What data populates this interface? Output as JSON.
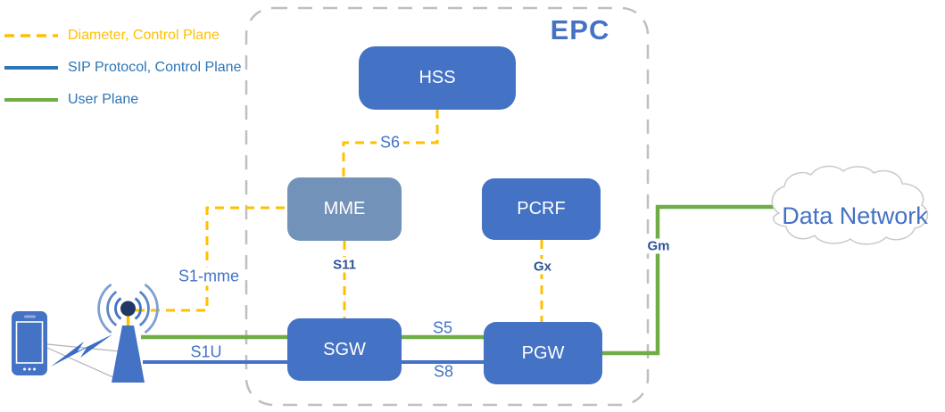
{
  "epc": {
    "title": "EPC"
  },
  "legend": {
    "items": [
      {
        "label": "Diameter, Control Plane",
        "line_style": "dashed",
        "line_color": "#FFC000",
        "text_color": "#FFC000"
      },
      {
        "label": "SIP Protocol, Control Plane",
        "line_style": "solid",
        "line_color": "#2E75B6",
        "text_color": "#2E74B5"
      },
      {
        "label": "User Plane",
        "line_style": "solid",
        "line_color": "#70AD47",
        "text_color": "#2E74B5"
      }
    ]
  },
  "nodes": {
    "hss": {
      "label": "HSS",
      "color": "#4472C4"
    },
    "mme": {
      "label": "MME",
      "color": "#7292BA"
    },
    "pcrf": {
      "label": "PCRF",
      "color": "#4472C4"
    },
    "sgw": {
      "label": "SGW",
      "color": "#4472C4"
    },
    "pgw": {
      "label": "PGW",
      "color": "#4472C4"
    }
  },
  "interfaces": {
    "s6": {
      "label": "S6"
    },
    "s1mme": {
      "label": "S1-mme"
    },
    "s11": {
      "label": "S11"
    },
    "gx": {
      "label": "Gx"
    },
    "s5": {
      "label": "S5"
    },
    "s8": {
      "label": "S8"
    },
    "s1u": {
      "label": "S1U"
    },
    "gm": {
      "label": "Gm"
    }
  },
  "cloud": {
    "label": "Data Network"
  },
  "icons": {
    "ue": "smartphone-icon",
    "radio_link": "lightning-bolt-icon",
    "base_station": "cell-tower-icon",
    "network": "cloud-icon"
  },
  "colors": {
    "diameter_yellow": "#FFC000",
    "sip_blue": "#2E75B6",
    "user_plane_green": "#70AD47",
    "node_blue": "#4472C4",
    "mme_blue_gray": "#7292BA",
    "dark_interface_blue": "#2F5496",
    "epc_border_gray": "#BFBFBF",
    "label_blue": "#4472C4"
  }
}
